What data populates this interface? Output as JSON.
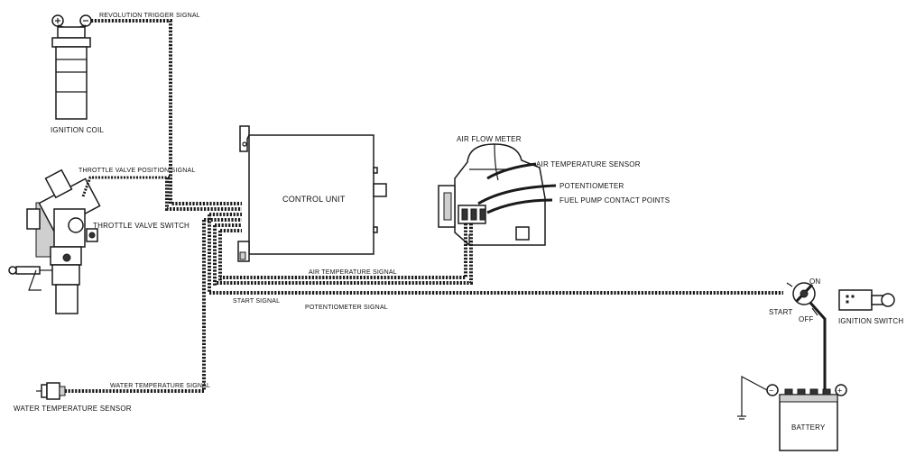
{
  "labels": {
    "revolution_trigger_signal": "REVOLUTION TRIGGER SIGNAL",
    "ignition_coil": "IGNITION COIL",
    "throttle_valve_position_signal": "THROTTLE VALVE POSITION SIGNAL",
    "throttle_valve_switch": "THROTTLE VALVE SWITCH",
    "control_unit": "CONTROL UNIT",
    "air_flow_meter": "AIR FLOW METER",
    "air_temperature_sensor": "AIR TEMPERATURE SENSOR",
    "potentiometer": "POTENTIOMETER",
    "fuel_pump_contact_points": "FUEL PUMP CONTACT POINTS",
    "air_temperature_signal": "AIR TEMPERATURE SIGNAL",
    "start_signal": "START SIGNAL",
    "potentiometer_signal": "POTENTIOMETER SIGNAL",
    "water_temperature_signal": "WATER TEMPERATURE SIGNAL",
    "water_temperature_sensor": "WATER TEMPERATURE SENSOR",
    "on": "ON",
    "start": "START",
    "off": "OFF",
    "ignition_switch": "IGNITION SWITCH",
    "battery": "BATTERY",
    "plus": "+",
    "minus": "−"
  },
  "colors": {
    "ink": "#1a1a1a",
    "background": "#ffffff"
  }
}
